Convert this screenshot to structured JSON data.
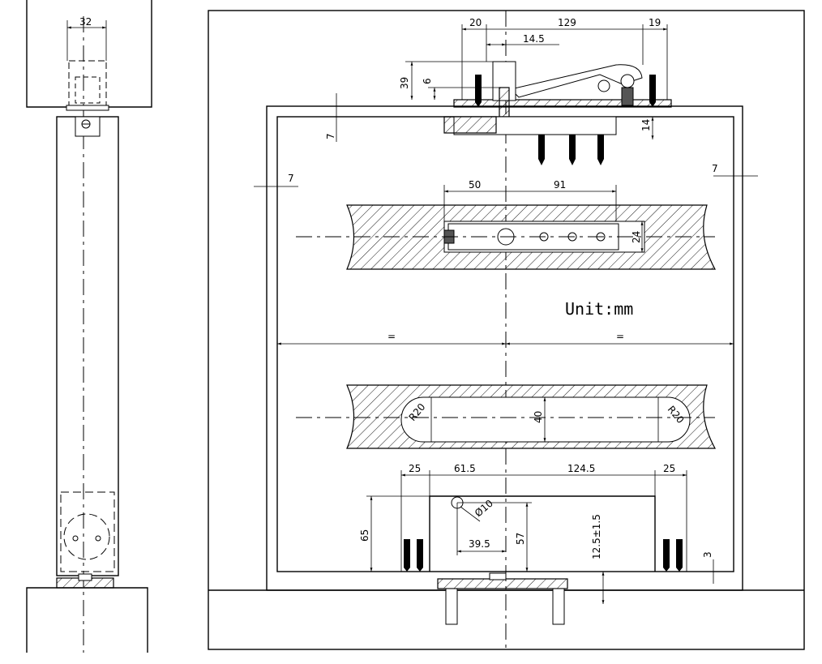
{
  "unit_label": "Unit:mm",
  "side_view": {
    "width_dim": "32"
  },
  "top_fitting": {
    "dim_left": "20",
    "dim_middle": "129",
    "dim_right": "19",
    "dim_offset": "14.5",
    "dim_height": "39",
    "dim_step": "6",
    "dim_plate": "14",
    "dim_gap": "7"
  },
  "side_gaps": {
    "left": "7",
    "right": "7"
  },
  "top_pocket": {
    "dim_left": "50",
    "dim_right": "91",
    "dim_width": "24"
  },
  "center_split": {
    "left": "=",
    "right": "=",
    "end_marker": "·"
  },
  "bottom_slot": {
    "radius_left": "R20",
    "radius_right": "R20",
    "width": "40"
  },
  "bottom_fitting": {
    "dim_a": "25",
    "dim_b": "61.5",
    "dim_c": "124.5",
    "dim_d": "25",
    "dim_height": "65",
    "dim_inner": "57",
    "dim_hole": "Ø10",
    "dim_hole_offset": "39.5",
    "dim_clear": "12.5±1.5",
    "dim_small": "3"
  }
}
